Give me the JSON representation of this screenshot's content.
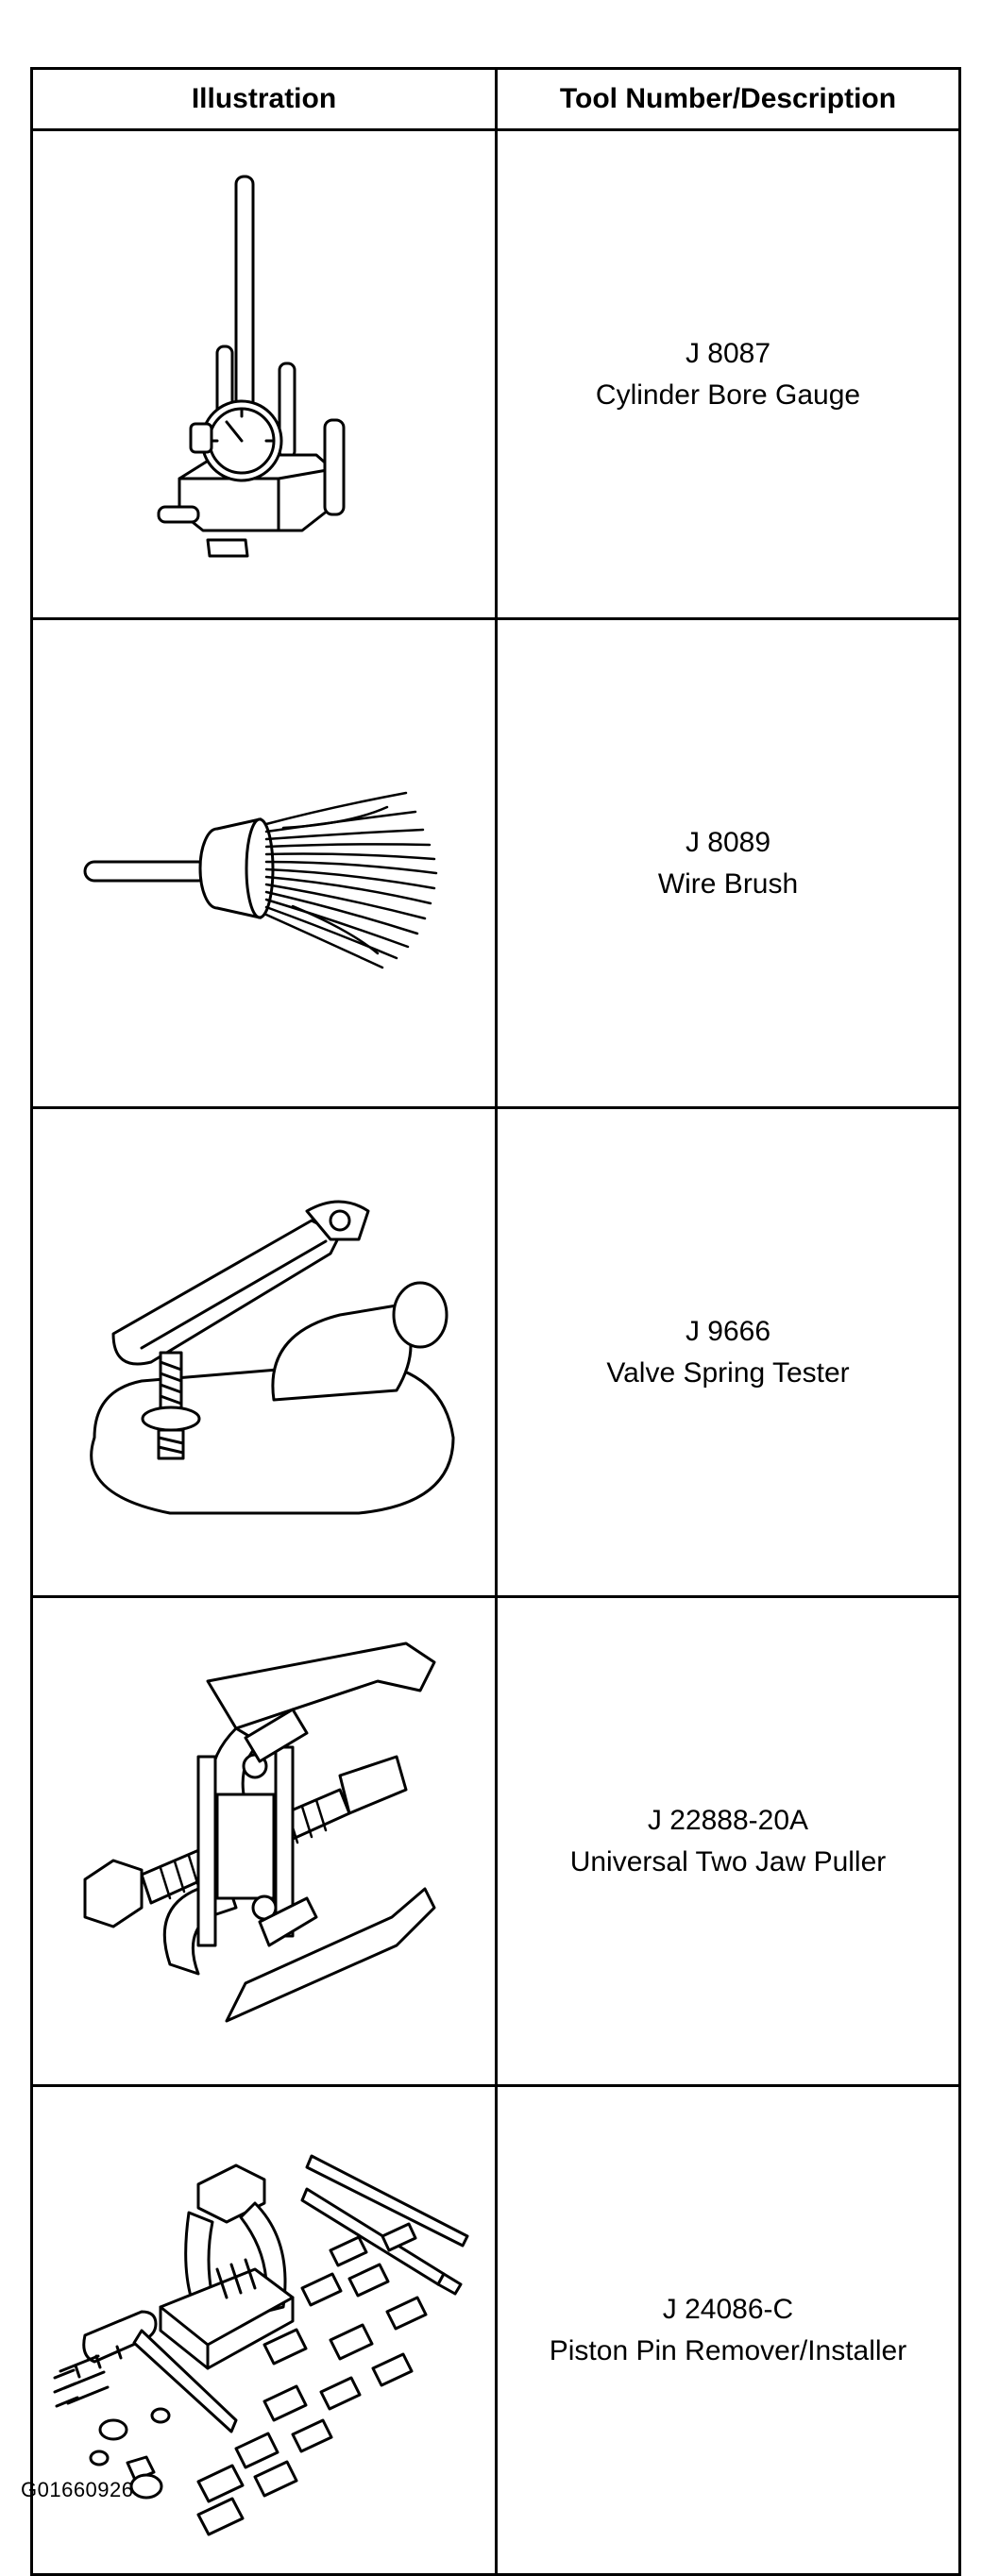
{
  "table": {
    "headers": [
      "Illustration",
      "Tool Number/Description"
    ],
    "rows": [
      {
        "number": "J 8087",
        "description": "Cylinder Bore Gauge",
        "icon": "cylinder-bore-gauge-icon"
      },
      {
        "number": "J 8089",
        "description": "Wire Brush",
        "icon": "wire-brush-icon"
      },
      {
        "number": "J 9666",
        "description": "Valve Spring Tester",
        "icon": "valve-spring-tester-icon"
      },
      {
        "number": "J 22888-20A",
        "description": "Universal Two Jaw Puller",
        "icon": "two-jaw-puller-icon"
      },
      {
        "number": "J 24086-C",
        "description": "Piston Pin Remover/Installer",
        "icon": "piston-pin-tool-icon"
      }
    ]
  },
  "figure_id": "G01660926"
}
